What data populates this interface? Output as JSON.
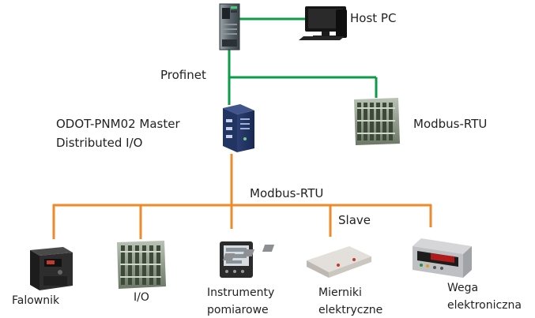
{
  "colors": {
    "profinet_line": "#0c9b4a",
    "modbus_line": "#ee8a2a",
    "text": "#222222"
  },
  "host_pc": {
    "label": "Host PC"
  },
  "profinet": {
    "label": "Profinet"
  },
  "master": {
    "line1": "ODOT-PNM02 Master",
    "line2": "Distributed I/O"
  },
  "modbus_top": {
    "label": "Modbus-RTU"
  },
  "modbus_bus": {
    "label": "Modbus-RTU"
  },
  "slave": {
    "label": "Slave"
  },
  "devices": [
    {
      "label": "Falownik",
      "icon": "inverter-icon"
    },
    {
      "label": "I/O",
      "icon": "io-module-icon"
    },
    {
      "label_1": "Instrumenty",
      "label_2": "pomiarowe",
      "icon": "meter-icon"
    },
    {
      "label_1": "Mierniki",
      "label_2": "elektryczne",
      "icon": "electric-meter-icon"
    },
    {
      "label_1": "Wega",
      "label_2": "elektroniczna",
      "icon": "scale-controller-icon"
    }
  ]
}
